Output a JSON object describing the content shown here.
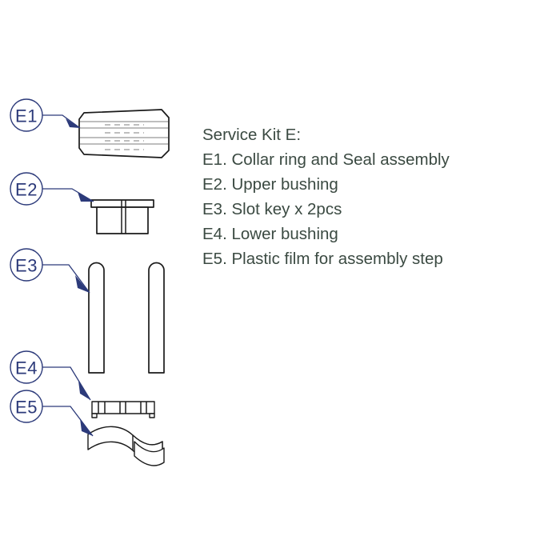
{
  "diagram": {
    "title": "Service Kit E Exploded Parts Diagram",
    "background_color": "#ffffff",
    "callout_color": "#2c3a7a",
    "part_line_color": "#1a1a1a",
    "detail_line_color": "#7d7d7d",
    "text_color": "#3b4a42"
  },
  "legend": {
    "heading": "Service Kit E:",
    "items": [
      {
        "id": "E1",
        "label": "E1. Collar ring and Seal assembly"
      },
      {
        "id": "E2",
        "label": "E2. Upper bushing"
      },
      {
        "id": "E3",
        "label": "E3. Slot key x 2pcs"
      },
      {
        "id": "E4",
        "label": "E4. Lower bushing"
      },
      {
        "id": "E5",
        "label": "E5. Plastic film for assembly step"
      }
    ]
  },
  "callouts": [
    {
      "id": "E1",
      "label": "E1"
    },
    {
      "id": "E2",
      "label": "E2"
    },
    {
      "id": "E3",
      "label": "E3"
    },
    {
      "id": "E4",
      "label": "E4"
    },
    {
      "id": "E5",
      "label": "E5"
    }
  ],
  "parts": [
    {
      "id": "E1",
      "name": "collar-ring-and-seal-assembly",
      "shape": "chamfered-block-with-hatch-lines"
    },
    {
      "id": "E2",
      "name": "upper-bushing",
      "shape": "flanged-bushing"
    },
    {
      "id": "E3",
      "name": "slot-key",
      "shape": "rounded-top-bar",
      "quantity": 2
    },
    {
      "id": "E4",
      "name": "lower-bushing",
      "shape": "flat-ribbed-bushing"
    },
    {
      "id": "E5",
      "name": "plastic-film",
      "shape": "wavy-sheet"
    }
  ]
}
